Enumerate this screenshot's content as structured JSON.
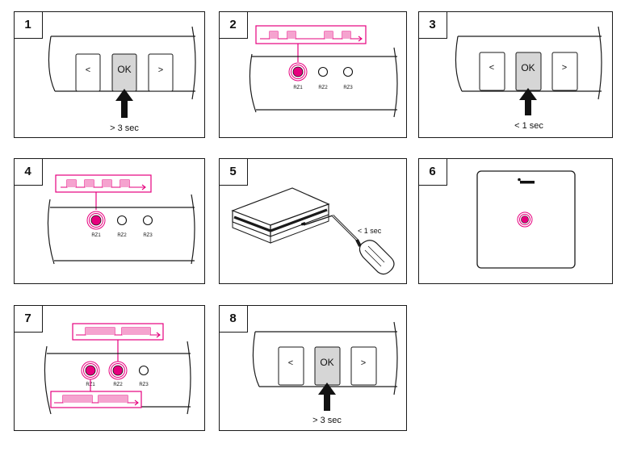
{
  "colors": {
    "accent": "#e6007e",
    "accent_light": "#f5a3cf",
    "key_fill": "#d6d6d6",
    "line": "#1a1a1a"
  },
  "steps": [
    {
      "number": "1",
      "keys": [
        "<",
        "OK",
        ">"
      ],
      "caption": "> 3 sec"
    },
    {
      "number": "2",
      "leds": [
        "RZ1",
        "RZ2",
        "RZ3"
      ]
    },
    {
      "number": "3",
      "keys": [
        "<",
        "OK",
        ">"
      ],
      "caption": "< 1 sec"
    },
    {
      "number": "4",
      "leds": [
        "RZ1",
        "RZ2",
        "RZ3"
      ]
    },
    {
      "number": "5",
      "caption": "< 1 sec"
    },
    {
      "number": "6"
    },
    {
      "number": "7",
      "leds": [
        "RZ1",
        "RZ2",
        "RZ3"
      ]
    },
    {
      "number": "8",
      "keys": [
        "<",
        "OK",
        ">"
      ],
      "caption": "> 3 sec"
    }
  ]
}
